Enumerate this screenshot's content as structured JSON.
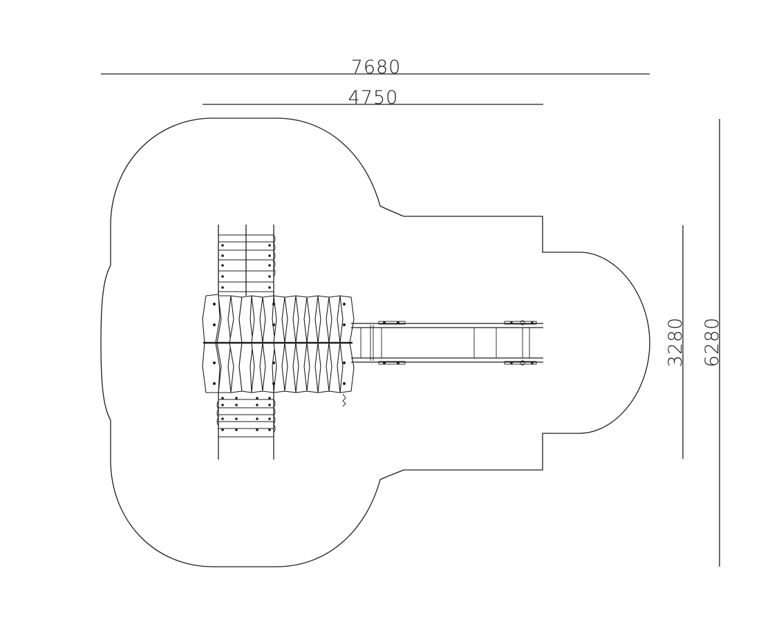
{
  "dimensions": {
    "overall_width": "7680",
    "structure_width": "4750",
    "structure_depth": "3280",
    "overall_depth": "6280"
  },
  "colors": {
    "line": "#1a1a1a",
    "background": "#ffffff"
  }
}
